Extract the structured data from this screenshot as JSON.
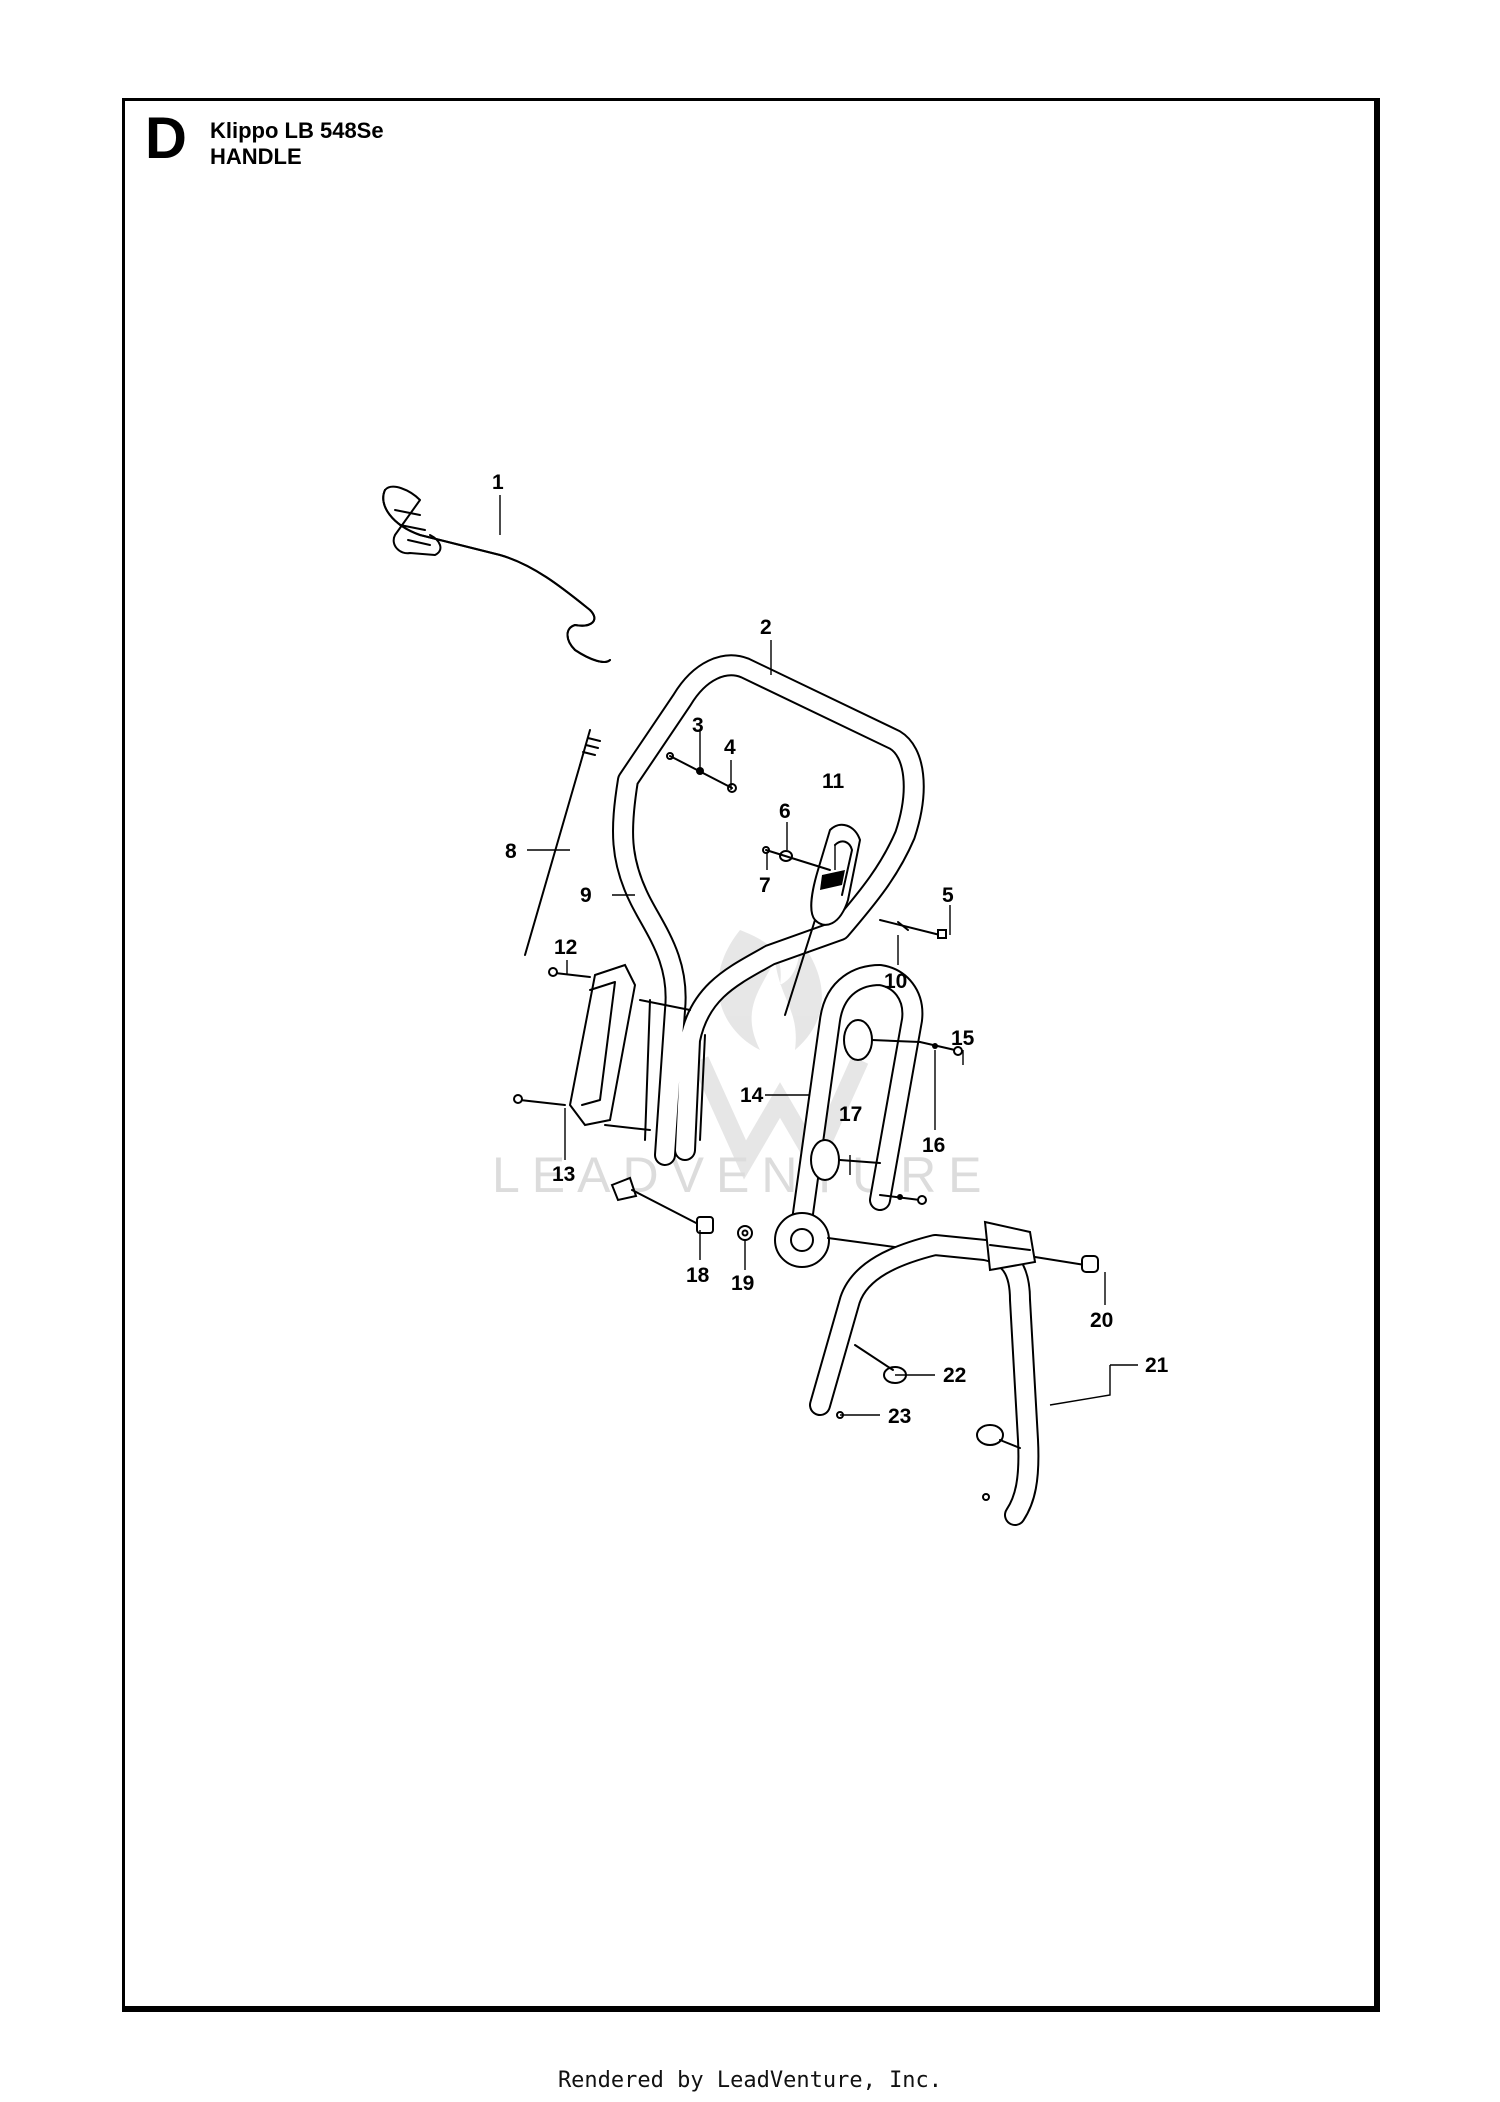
{
  "section": {
    "letter": "D",
    "model": "Klippo LB 548Se",
    "title": "HANDLE"
  },
  "watermark": "LEADVENTURE",
  "footer": "Rendered by LeadVenture, Inc.",
  "callouts": [
    "1",
    "2",
    "3",
    "4",
    "5",
    "6",
    "7",
    "8",
    "9",
    "10",
    "11",
    "12",
    "13",
    "14",
    "15",
    "16",
    "17",
    "18",
    "19",
    "20",
    "21",
    "22",
    "23"
  ]
}
